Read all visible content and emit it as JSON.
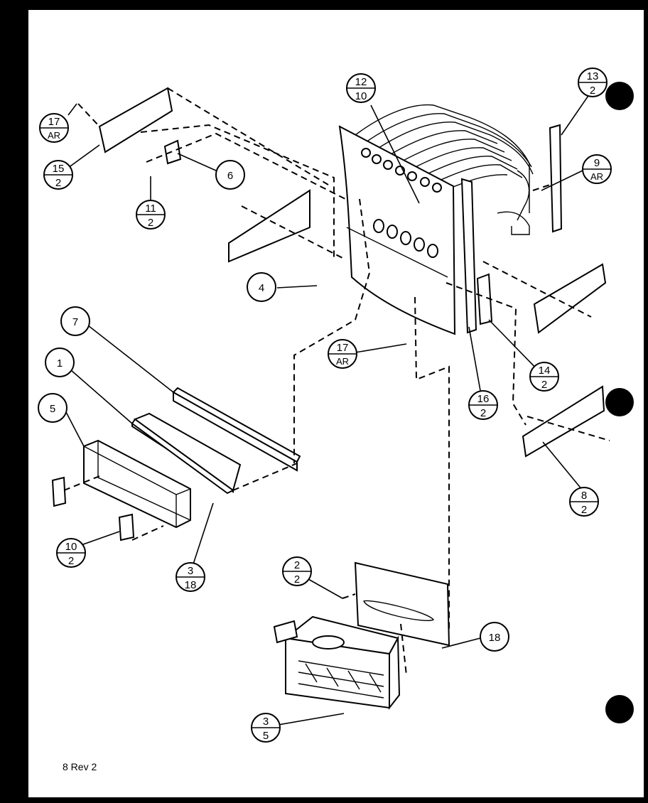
{
  "callouts": {
    "c17ar_top": {
      "top": "17",
      "bottom": "AR"
    },
    "c15_2": {
      "top": "15",
      "bottom": "2"
    },
    "c11_2": {
      "top": "11",
      "bottom": "2"
    },
    "c6": {
      "label": "6"
    },
    "c12_10": {
      "top": "12",
      "bottom": "10"
    },
    "c13_2": {
      "top": "13",
      "bottom": "2"
    },
    "c9ar": {
      "top": "9",
      "bottom": "AR"
    },
    "c4": {
      "label": "4"
    },
    "c7": {
      "label": "7"
    },
    "c1": {
      "label": "1"
    },
    "c5": {
      "label": "5"
    },
    "c17ar_mid": {
      "top": "17",
      "bottom": "AR"
    },
    "c16_2": {
      "top": "16",
      "bottom": "2"
    },
    "c14_2": {
      "top": "14",
      "bottom": "2"
    },
    "c8_2": {
      "top": "8",
      "bottom": "2"
    },
    "c10_2": {
      "top": "10",
      "bottom": "2"
    },
    "c3_18": {
      "top": "3",
      "bottom": "18"
    },
    "c2_2": {
      "top": "2",
      "bottom": "2"
    },
    "c18": {
      "label": "18"
    },
    "c3_5": {
      "top": "3",
      "bottom": "5"
    }
  },
  "footer": {
    "revision": "8 Rev 2"
  }
}
